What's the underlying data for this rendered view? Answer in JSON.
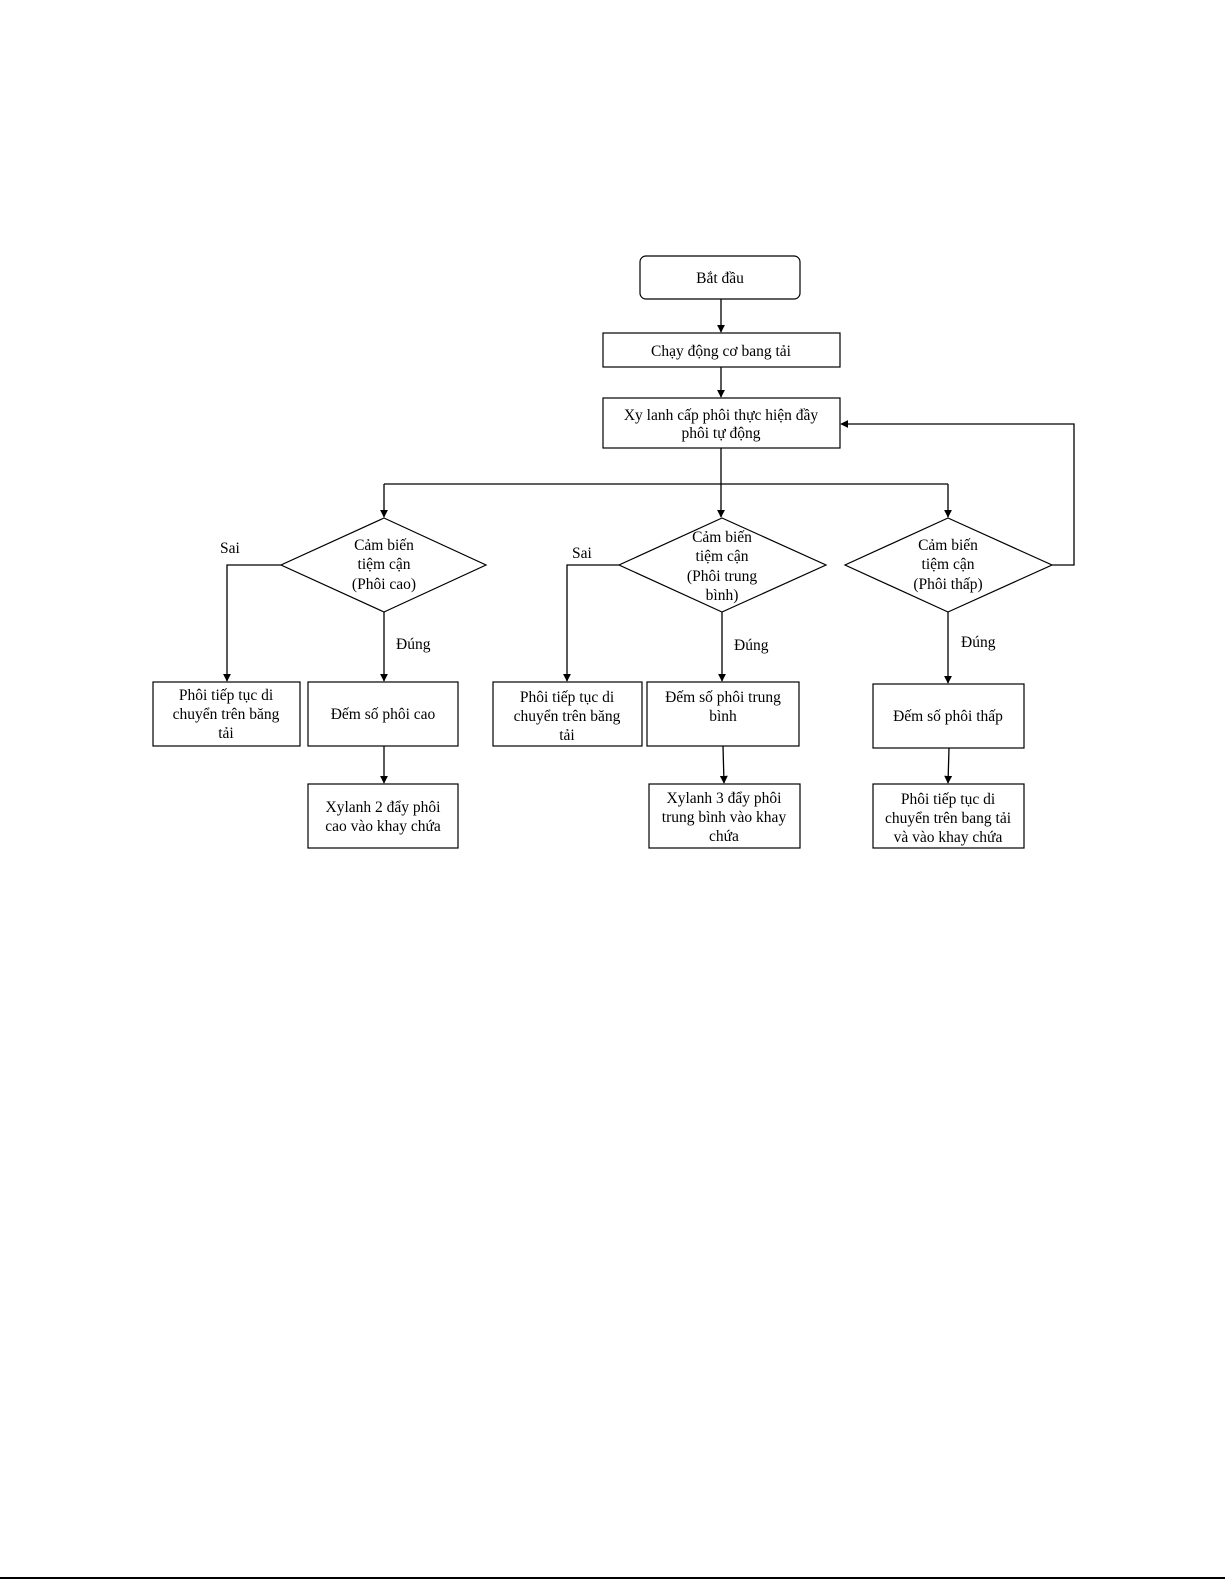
{
  "flowchart": {
    "start": "Bắt đầu",
    "run_conveyor": "Chạy động cơ bang tải",
    "feed_cylinder": [
      "Xy lanh cấp phôi thực hiện đầy",
      "phôi tự động"
    ],
    "sensor_high": [
      "Cảm biến",
      "tiệm cận",
      "(Phôi cao)"
    ],
    "sensor_mid": [
      "Cảm biến",
      "tiệm cận",
      "(Phôi trung",
      "bình)"
    ],
    "sensor_low": [
      "Cảm biến",
      "tiệm cận",
      "(Phôi thấp)"
    ],
    "label_false": "Sai",
    "label_true": "Đúng",
    "continue_high": [
      "Phôi tiếp tục di",
      "chuyển trên băng",
      "tải"
    ],
    "count_high": "Đếm số phôi cao",
    "cylinder2": [
      "Xylanh 2 đẩy phôi",
      "cao vào khay chứa"
    ],
    "continue_mid": [
      "Phôi tiếp tục di",
      "chuyển trên băng",
      "tải"
    ],
    "count_mid": [
      "Đếm số phôi trung",
      "bình"
    ],
    "cylinder3": [
      "Xylanh 3 đẩy phôi",
      "trung bình vào khay",
      "chứa"
    ],
    "count_low": "Đếm số phôi thấp",
    "continue_low": [
      "Phôi tiếp tục di",
      "chuyển trên bang tải",
      "và vào khay chứa"
    ]
  }
}
